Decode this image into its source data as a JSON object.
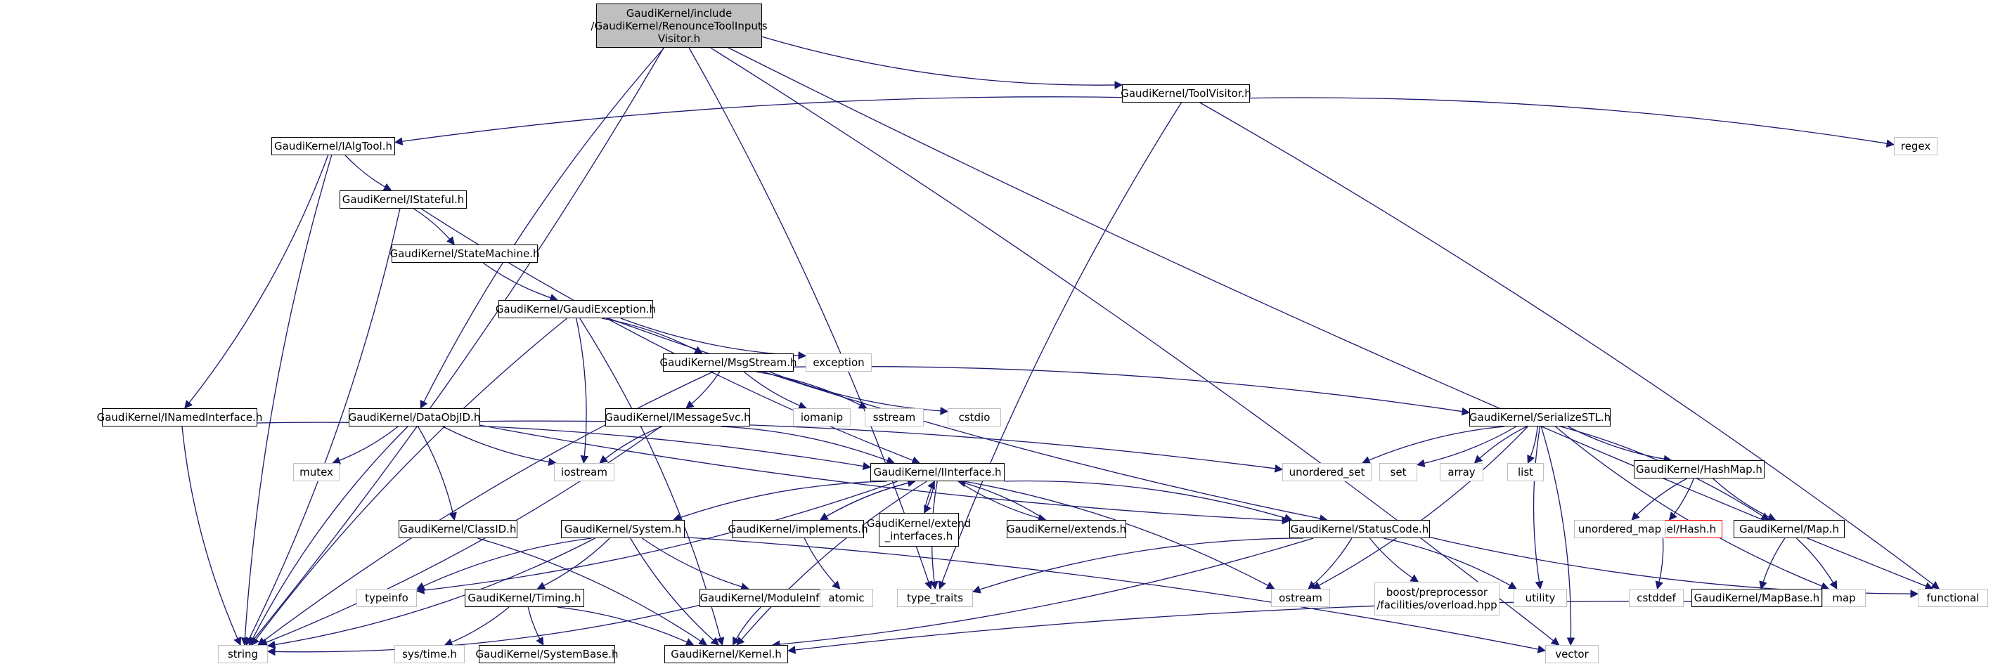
{
  "colors": {
    "edge": "#191970",
    "doc_border": "#000000",
    "sys_border": "#bfbfbf",
    "root_fill": "#bfbfbf",
    "missing_border": "#ff0000"
  },
  "nodes": {
    "root": {
      "label": [
        "GaudiKernel/include",
        "/GaudiKernel/RenounceToolInputs",
        "Visitor.h"
      ],
      "kind": "root"
    },
    "toolvisitor": {
      "label": [
        "GaudiKernel/ToolVisitor.h"
      ],
      "kind": "doc"
    },
    "ialgtool": {
      "label": [
        "GaudiKernel/IAlgTool.h"
      ],
      "kind": "doc"
    },
    "istateful": {
      "label": [
        "GaudiKernel/IStateful.h"
      ],
      "kind": "doc"
    },
    "statemachine": {
      "label": [
        "GaudiKernel/StateMachine.h"
      ],
      "kind": "doc"
    },
    "gaudiexception": {
      "label": [
        "GaudiKernel/GaudiException.h"
      ],
      "kind": "doc"
    },
    "msgstream": {
      "label": [
        "GaudiKernel/MsgStream.h"
      ],
      "kind": "doc"
    },
    "inamedinterface": {
      "label": [
        "GaudiKernel/INamedInterface.h"
      ],
      "kind": "doc"
    },
    "dataobjid": {
      "label": [
        "GaudiKernel/DataObjID.h"
      ],
      "kind": "doc"
    },
    "imessagesvc": {
      "label": [
        "GaudiKernel/IMessageSvc.h"
      ],
      "kind": "doc"
    },
    "serializestl": {
      "label": [
        "GaudiKernel/SerializeSTL.h"
      ],
      "kind": "doc"
    },
    "iinterface": {
      "label": [
        "GaudiKernel/IInterface.h"
      ],
      "kind": "doc"
    },
    "classid": {
      "label": [
        "GaudiKernel/ClassID.h"
      ],
      "kind": "doc"
    },
    "system": {
      "label": [
        "GaudiKernel/System.h"
      ],
      "kind": "doc"
    },
    "implements": {
      "label": [
        "GaudiKernel/implements.h"
      ],
      "kind": "doc"
    },
    "extendinterfaces": {
      "label": [
        "GaudiKernel/extend",
        "_interfaces.h"
      ],
      "kind": "doc"
    },
    "extends": {
      "label": [
        "GaudiKernel/extends.h"
      ],
      "kind": "doc"
    },
    "statuscode": {
      "label": [
        "GaudiKernel/StatusCode.h"
      ],
      "kind": "doc"
    },
    "hashmap": {
      "label": [
        "GaudiKernel/HashMap.h"
      ],
      "kind": "doc"
    },
    "hash": {
      "label": [
        "GaudiKernel/Hash.h"
      ],
      "kind": "missing"
    },
    "mapH": {
      "label": [
        "GaudiKernel/Map.h"
      ],
      "kind": "doc"
    },
    "mapbase": {
      "label": [
        "GaudiKernel/MapBase.h"
      ],
      "kind": "doc"
    },
    "timing": {
      "label": [
        "GaudiKernel/Timing.h"
      ],
      "kind": "doc"
    },
    "moduleinfo": {
      "label": [
        "GaudiKernel/ModuleInfo.h"
      ],
      "kind": "doc"
    },
    "systembase": {
      "label": [
        "GaudiKernel/SystemBase.h"
      ],
      "kind": "doc"
    },
    "kernel": {
      "label": [
        "GaudiKernel/Kernel.h"
      ],
      "kind": "doc"
    },
    "string": {
      "label": [
        "string"
      ],
      "kind": "sys"
    },
    "regex": {
      "label": [
        "regex"
      ],
      "kind": "sys"
    },
    "exception": {
      "label": [
        "exception"
      ],
      "kind": "sys"
    },
    "iomanip": {
      "label": [
        "iomanip"
      ],
      "kind": "sys"
    },
    "sstream": {
      "label": [
        "sstream"
      ],
      "kind": "sys"
    },
    "cstdio": {
      "label": [
        "cstdio"
      ],
      "kind": "sys"
    },
    "iostream": {
      "label": [
        "iostream"
      ],
      "kind": "sys"
    },
    "mutex": {
      "label": [
        "mutex"
      ],
      "kind": "sys"
    },
    "unordered_set": {
      "label": [
        "unordered_set"
      ],
      "kind": "sys"
    },
    "set": {
      "label": [
        "set"
      ],
      "kind": "sys"
    },
    "array": {
      "label": [
        "array"
      ],
      "kind": "sys"
    },
    "list": {
      "label": [
        "list"
      ],
      "kind": "sys"
    },
    "unordered_map": {
      "label": [
        "unordered_map"
      ],
      "kind": "sys"
    },
    "typeinfo": {
      "label": [
        "typeinfo"
      ],
      "kind": "sys"
    },
    "atomic": {
      "label": [
        "atomic"
      ],
      "kind": "sys"
    },
    "type_traits": {
      "label": [
        "type_traits"
      ],
      "kind": "sys"
    },
    "ostream": {
      "label": [
        "ostream"
      ],
      "kind": "sys"
    },
    "boostpp": {
      "label": [
        "boost/preprocessor",
        "/facilities/overload.hpp"
      ],
      "kind": "sys"
    },
    "utility": {
      "label": [
        "utility"
      ],
      "kind": "sys"
    },
    "cstddef": {
      "label": [
        "cstddef"
      ],
      "kind": "sys"
    },
    "map": {
      "label": [
        "map"
      ],
      "kind": "sys"
    },
    "functional": {
      "label": [
        "functional"
      ],
      "kind": "sys"
    },
    "vector": {
      "label": [
        "vector"
      ],
      "kind": "sys"
    },
    "systime": {
      "label": [
        "sys/time.h"
      ],
      "kind": "sys"
    }
  },
  "edges": [
    [
      "root",
      "toolvisitor"
    ],
    [
      "root",
      "string"
    ],
    [
      "root",
      "dataobjid"
    ],
    [
      "root",
      "type_traits"
    ],
    [
      "root",
      "functional"
    ],
    [
      "root",
      "vector"
    ],
    [
      "toolvisitor",
      "ialgtool"
    ],
    [
      "toolvisitor",
      "regex"
    ],
    [
      "toolvisitor",
      "type_traits"
    ],
    [
      "toolvisitor",
      "functional"
    ],
    [
      "ialgtool",
      "istateful"
    ],
    [
      "ialgtool",
      "inamedinterface"
    ],
    [
      "ialgtool",
      "string"
    ],
    [
      "istateful",
      "statemachine"
    ],
    [
      "istateful",
      "iinterface"
    ],
    [
      "istateful",
      "string"
    ],
    [
      "statemachine",
      "gaudiexception"
    ],
    [
      "gaudiexception",
      "msgstream"
    ],
    [
      "gaudiexception",
      "exception"
    ],
    [
      "gaudiexception",
      "iostream"
    ],
    [
      "gaudiexception",
      "string"
    ],
    [
      "gaudiexception",
      "kernel"
    ],
    [
      "gaudiexception",
      "statuscode"
    ],
    [
      "msgstream",
      "imessagesvc"
    ],
    [
      "msgstream",
      "iomanip"
    ],
    [
      "msgstream",
      "sstream"
    ],
    [
      "msgstream",
      "cstdio"
    ],
    [
      "msgstream",
      "serializestl"
    ],
    [
      "msgstream",
      "string"
    ],
    [
      "inamedinterface",
      "iinterface"
    ],
    [
      "inamedinterface",
      "string"
    ],
    [
      "dataobjid",
      "mutex"
    ],
    [
      "dataobjid",
      "iostream"
    ],
    [
      "dataobjid",
      "classid"
    ],
    [
      "dataobjid",
      "string"
    ],
    [
      "dataobjid",
      "unordered_set"
    ],
    [
      "dataobjid",
      "statuscode"
    ],
    [
      "imessagesvc",
      "iinterface"
    ],
    [
      "imessagesvc",
      "iostream"
    ],
    [
      "imessagesvc",
      "string"
    ],
    [
      "serializestl",
      "unordered_set"
    ],
    [
      "serializestl",
      "set"
    ],
    [
      "serializestl",
      "array"
    ],
    [
      "serializestl",
      "list"
    ],
    [
      "serializestl",
      "hashmap"
    ],
    [
      "serializestl",
      "mapH"
    ],
    [
      "serializestl",
      "map"
    ],
    [
      "serializestl",
      "ostream"
    ],
    [
      "serializestl",
      "utility"
    ],
    [
      "serializestl",
      "vector"
    ],
    [
      "iinterface",
      "system"
    ],
    [
      "iinterface",
      "typeinfo"
    ],
    [
      "iinterface",
      "implements"
    ],
    [
      "iinterface",
      "extendinterfaces"
    ],
    [
      "iinterface",
      "extends"
    ],
    [
      "iinterface",
      "statuscode"
    ],
    [
      "iinterface",
      "type_traits"
    ],
    [
      "iinterface",
      "ostream"
    ],
    [
      "iinterface",
      "kernel"
    ],
    [
      "implements",
      "iinterface"
    ],
    [
      "implements",
      "atomic"
    ],
    [
      "extendinterfaces",
      "iinterface"
    ],
    [
      "extends",
      "iinterface"
    ],
    [
      "classid",
      "kernel"
    ],
    [
      "system",
      "typeinfo"
    ],
    [
      "system",
      "timing"
    ],
    [
      "system",
      "moduleinfo"
    ],
    [
      "system",
      "string"
    ],
    [
      "system",
      "kernel"
    ],
    [
      "system",
      "vector"
    ],
    [
      "statuscode",
      "type_traits"
    ],
    [
      "statuscode",
      "ostream"
    ],
    [
      "statuscode",
      "boostpp"
    ],
    [
      "statuscode",
      "utility"
    ],
    [
      "statuscode",
      "functional"
    ],
    [
      "statuscode",
      "kernel"
    ],
    [
      "hashmap",
      "unordered_map"
    ],
    [
      "hashmap",
      "hash"
    ],
    [
      "hashmap",
      "mapH"
    ],
    [
      "hash",
      "cstddef"
    ],
    [
      "mapH",
      "mapbase"
    ],
    [
      "mapH",
      "map"
    ],
    [
      "mapbase",
      "kernel"
    ],
    [
      "timing",
      "systime"
    ],
    [
      "timing",
      "systembase"
    ],
    [
      "timing",
      "kernel"
    ],
    [
      "moduleinfo",
      "kernel"
    ],
    [
      "moduleinfo",
      "string"
    ]
  ]
}
